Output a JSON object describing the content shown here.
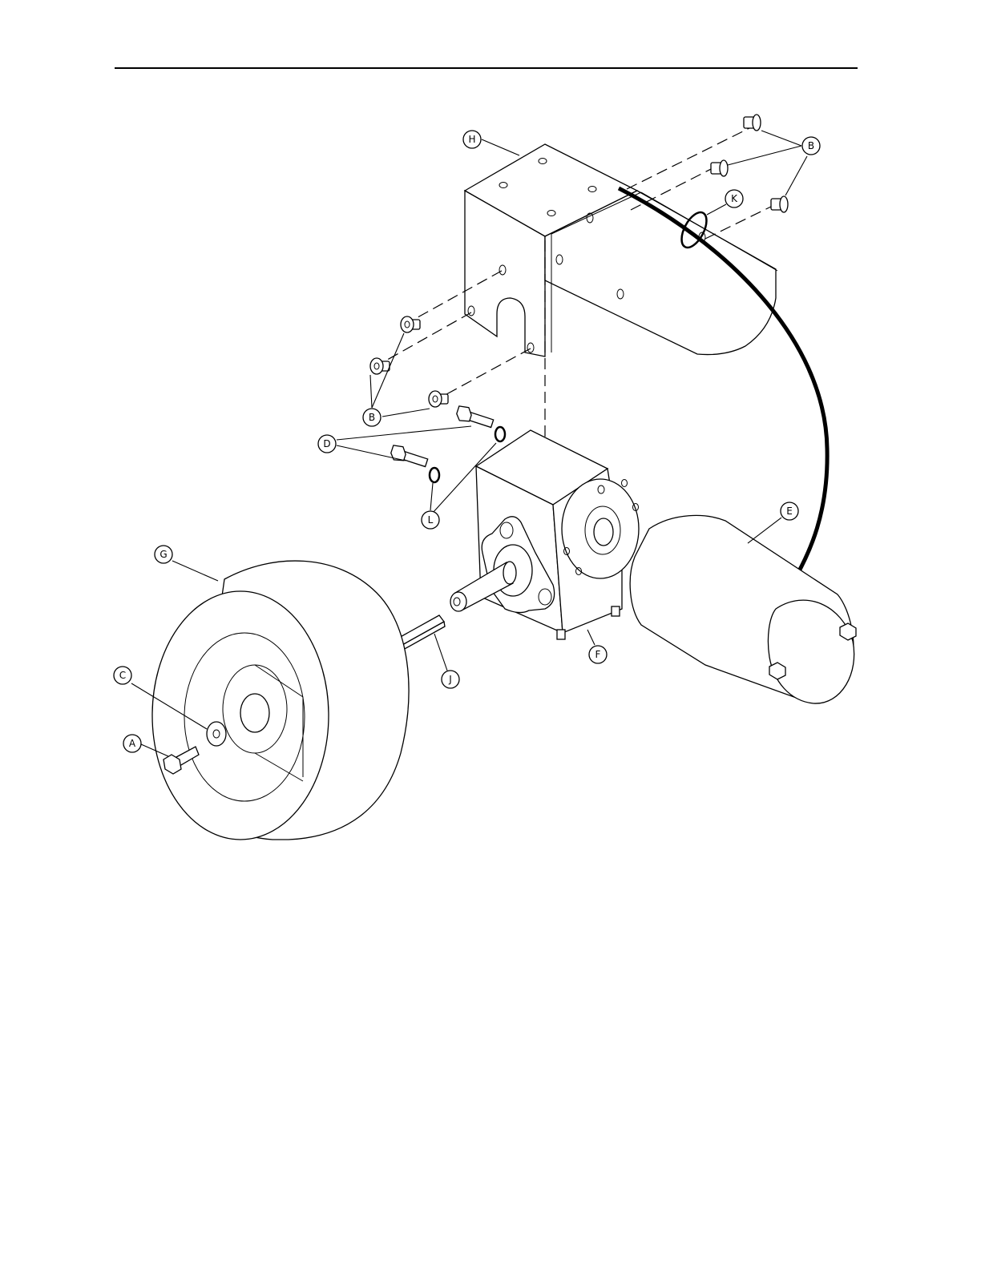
{
  "callouts": {
    "H": "H",
    "B_top": "B",
    "K": "K",
    "B_left": "B",
    "D": "D",
    "L": "L",
    "E": "E",
    "G": "G",
    "C": "C",
    "A": "A",
    "J": "J",
    "F": "F"
  }
}
